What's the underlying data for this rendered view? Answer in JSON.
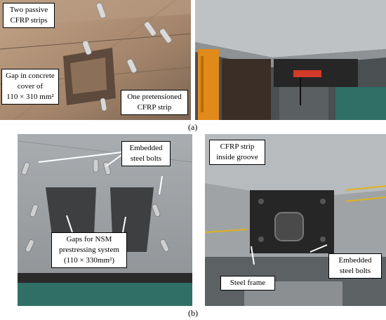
{
  "panel_a": {
    "left_photo": {
      "labels": {
        "passive_strips": [
          "Two passive",
          "CFRP strips"
        ],
        "gap_cover": [
          "Gap in concrete",
          "cover of",
          "110 × 310 mm²"
        ],
        "pretensioned_strip": [
          "One pretensioned",
          "CFRP strip"
        ]
      }
    },
    "caption": "(a)"
  },
  "panel_b": {
    "left_photo": {
      "labels": {
        "embedded_bolts": [
          "Embedded",
          "steel bolts"
        ],
        "gaps_nsm": [
          "Gaps for NSM",
          "prestressing system",
          "(110 × 330mm²)"
        ]
      }
    },
    "right_photo": {
      "labels": {
        "strip_groove": [
          "CFRP strip",
          "inside groove"
        ],
        "steel_frame": [
          "Steel frame"
        ],
        "embedded_bolts": [
          "Embedded",
          "steel bolts"
        ]
      }
    },
    "caption": "(b)"
  },
  "colors": {
    "concrete_warm": "#a88a6e",
    "concrete_grey": "#9a9ea2",
    "steel_orange": "#e08a1a",
    "machine_teal": "#2f6f66"
  }
}
